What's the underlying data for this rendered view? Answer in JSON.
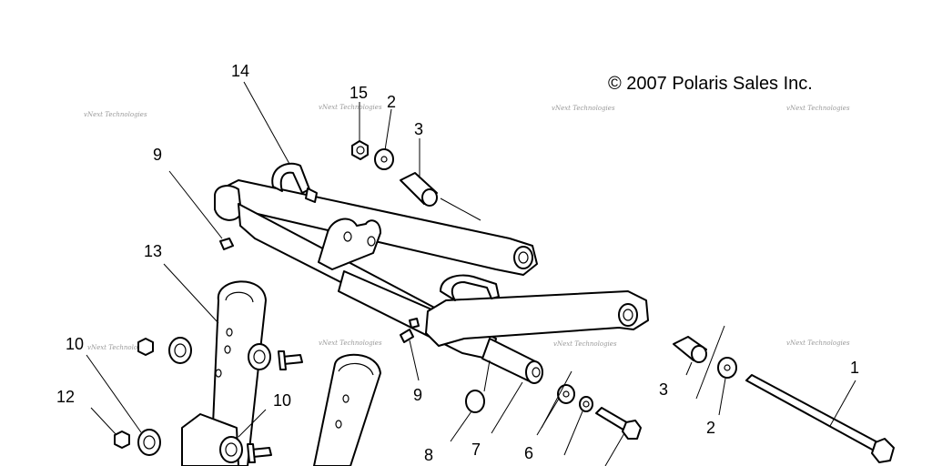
{
  "copyright": "© 2007 Polaris Sales Inc.",
  "watermark": "vNext Technologies",
  "callouts": [
    {
      "id": "14",
      "text": "14"
    },
    {
      "id": "15",
      "text": "15"
    },
    {
      "id": "2a",
      "text": "2"
    },
    {
      "id": "3a",
      "text": "3"
    },
    {
      "id": "9a",
      "text": "9"
    },
    {
      "id": "13",
      "text": "13"
    },
    {
      "id": "10a",
      "text": "10"
    },
    {
      "id": "10b",
      "text": "10"
    },
    {
      "id": "12",
      "text": "12"
    },
    {
      "id": "9b",
      "text": "9"
    },
    {
      "id": "8",
      "text": "8"
    },
    {
      "id": "7",
      "text": "7"
    },
    {
      "id": "6",
      "text": "6"
    },
    {
      "id": "3b",
      "text": "3"
    },
    {
      "id": "2b",
      "text": "2"
    },
    {
      "id": "1",
      "text": "1"
    }
  ]
}
